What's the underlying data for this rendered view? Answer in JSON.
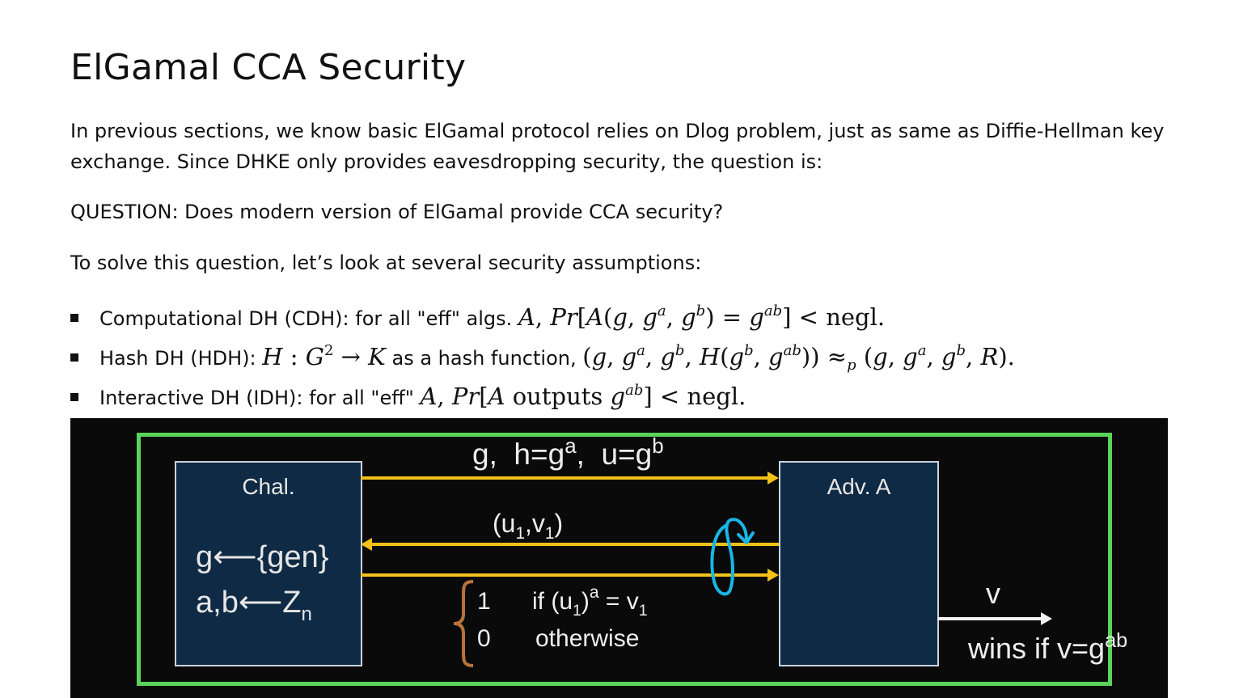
{
  "page": {
    "title": "ElGamal CCA Security",
    "intro_paragraph": "In previous sections, we know basic ElGamal protocol relies on Dlog problem, just as same as Diffie-Hellman key exchange. Since DHKE only provides eavesdropping security, the question is:",
    "question": "QUESTION: Does modern version of ElGamal provide CCA security?",
    "lead_in": "To solve this question, let’s look at several security assumptions:"
  },
  "bullets": [
    {
      "label": "Computational DH (CDH): for all \"eff\" algs."
    },
    {
      "label": "Hash DH (HDH):",
      "middle": "as a hash function,"
    },
    {
      "label": "Interactive DH (IDH): for all \"eff\""
    }
  ],
  "math": {
    "A": "A",
    "Pr": "Pr",
    "g": "g",
    "a": "a",
    "b": "b",
    "ab": "ab",
    "H": "H",
    "G": "G",
    "K": "K",
    "R": "R",
    "two": "2",
    "p": "p",
    "negl": "negl",
    "outputs": "outputs",
    "eq": "=",
    "lt": "<",
    "colon": ":",
    "to": "→",
    "approx": "≈",
    "comma": ",",
    "lbrack": "[",
    "rbrack": "]",
    "lparen": "(",
    "rparen": ")",
    "dot": "."
  },
  "figure": {
    "chal": {
      "title": "Chal.",
      "line1": "g⟵{gen}",
      "line2": "a,b⟵Z",
      "line2_sub": "n"
    },
    "adv": {
      "title": "Adv. A"
    },
    "msg1": {
      "g": "g,",
      "h": "h=g",
      "u": "u=g",
      "a": "a",
      "b": "b",
      "comma": ","
    },
    "query": {
      "u": "(u",
      "v": ",v",
      "close": ")",
      "sub": "1"
    },
    "response": {
      "one": "1",
      "zero": "0",
      "cond": "if  (u",
      "cond_close": ")",
      "a": "a",
      "eq": " = v",
      "sub": "1",
      "otherwise": "otherwise"
    },
    "output": {
      "v": "v",
      "wins": "wins if v=g",
      "ab": "ab"
    }
  },
  "colors": {
    "frame": "#5bd35b",
    "arrow": "#f2c11a",
    "box_fill": "#0f2a44",
    "loop": "#19b6e6",
    "brace": "#b8733a"
  }
}
